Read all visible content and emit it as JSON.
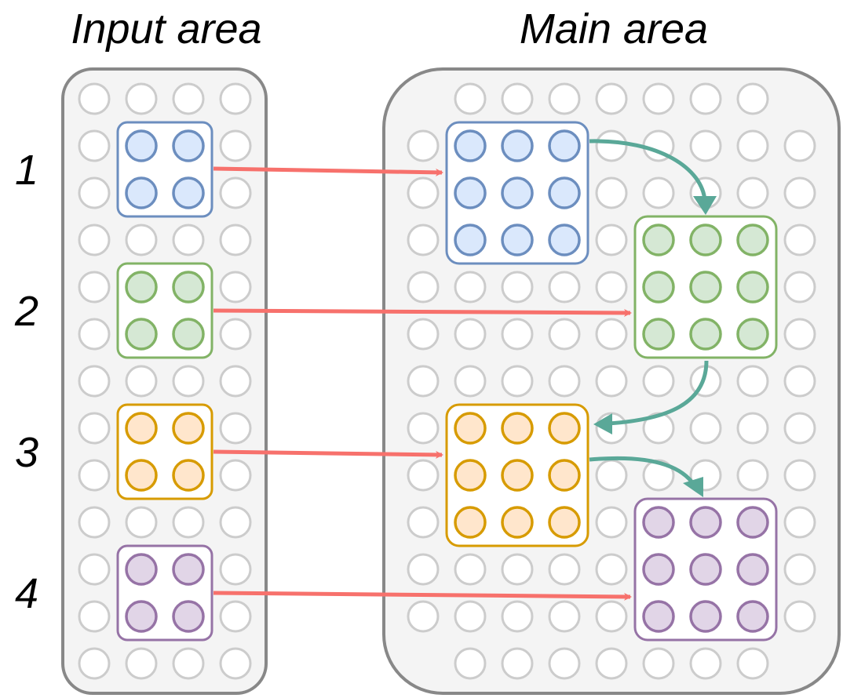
{
  "labels": {
    "input_area": "Input area",
    "main_area": "Main area"
  },
  "rows": [
    "1",
    "2",
    "3",
    "4"
  ],
  "colors": {
    "empty_stroke": "#cccccc",
    "panel_stroke": "#888888",
    "panel_fill": "#f4f4f4",
    "red_arrow": "#f7716c",
    "teal_arrow": "#5aa898",
    "blue": {
      "stroke": "#6c8ebf",
      "fill": "#dae8fc"
    },
    "green": {
      "stroke": "#82b366",
      "fill": "#d5e8d4"
    },
    "orange": {
      "stroke": "#d79b00",
      "fill": "#ffe6cc"
    },
    "purple": {
      "stroke": "#9673a6",
      "fill": "#e1d5e7"
    }
  },
  "input_area_grid": {
    "rows": 13,
    "cols": 4
  },
  "main_area_grid": {
    "rows": 13,
    "cols": 9,
    "corner_rows_with_7_slots": [
      0,
      12
    ]
  },
  "groups": [
    {
      "name": "1",
      "color": "blue",
      "input_block": "2x2",
      "main_block": "3x3"
    },
    {
      "name": "2",
      "color": "green",
      "input_block": "2x2",
      "main_block": "3x3"
    },
    {
      "name": "3",
      "color": "orange",
      "input_block": "2x2",
      "main_block": "3x3"
    },
    {
      "name": "4",
      "color": "purple",
      "input_block": "2x2",
      "main_block": "3x3"
    }
  ],
  "flows": [
    {
      "type": "red",
      "from": "input-1",
      "to": "main-1"
    },
    {
      "type": "red",
      "from": "input-2",
      "to": "main-2"
    },
    {
      "type": "red",
      "from": "input-3",
      "to": "main-3"
    },
    {
      "type": "red",
      "from": "input-4",
      "to": "main-4"
    },
    {
      "type": "teal",
      "from": "main-1",
      "to": "main-2"
    },
    {
      "type": "teal",
      "from": "main-2",
      "to": "main-3"
    },
    {
      "type": "teal",
      "from": "main-3",
      "to": "main-4"
    }
  ]
}
